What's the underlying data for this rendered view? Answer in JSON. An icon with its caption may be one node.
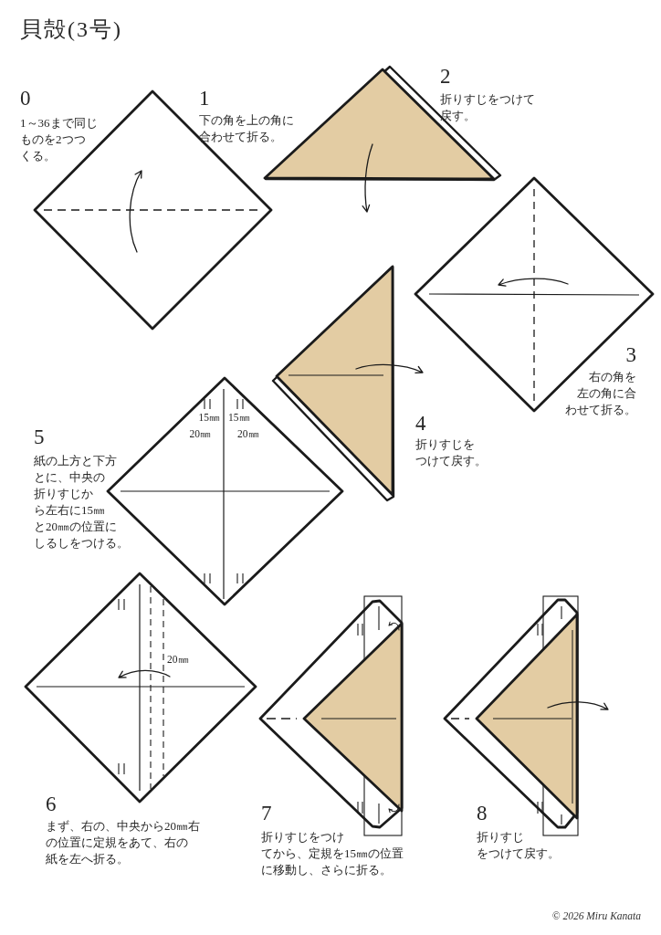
{
  "diagram": {
    "title": "貝殻(3号)",
    "labels": [
      "0",
      "1～36まで同じものを2つつくる。",
      "1",
      "下の角を上の角に合わせて折る。",
      "2",
      "折りすじをつけて戻す。",
      "3",
      "右の角を左の角に合わせて折る。",
      "4",
      "折りすじをつけて戻す。",
      "15㎜",
      "15㎜",
      "20㎜",
      "20㎜",
      "5",
      "紙の上方と下方とに、中央の折りすじから左右に15㎜と20㎜の位置にしるしをつける。",
      "20㎜",
      "6",
      "まず、右の、中央から20㎜右の位置に定規をあて、右の紙を左へ折る。",
      "7",
      "折りすじをつけてから、定規を15㎜の位置に移動し、さらに折る。",
      "8",
      "折りすじをつけて戻す。",
      "© 2026 Miru Kanata"
    ]
  }
}
